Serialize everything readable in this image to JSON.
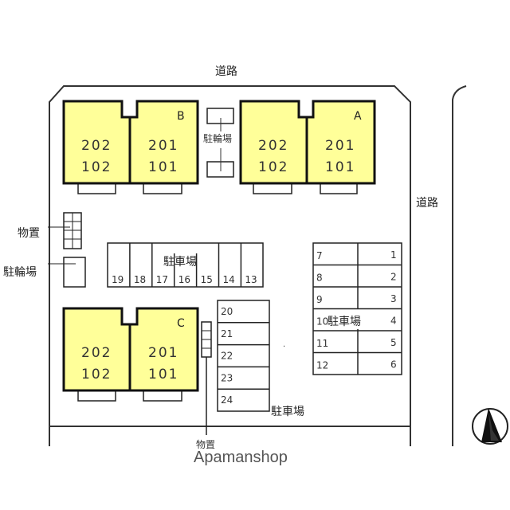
{
  "roads": {
    "top": "道路",
    "right": "道路"
  },
  "buildings": [
    {
      "name": "B",
      "units": [
        {
          "upper": "202",
          "lower": "102"
        },
        {
          "upper": "201",
          "lower": "101"
        }
      ]
    },
    {
      "name": "A",
      "units": [
        {
          "upper": "202",
          "lower": "102"
        },
        {
          "upper": "201",
          "lower": "101"
        }
      ]
    },
    {
      "name": "C",
      "units": [
        {
          "upper": "202",
          "lower": "102"
        },
        {
          "upper": "201",
          "lower": "101"
        }
      ]
    }
  ],
  "labels": {
    "bike_parking_center": "駐輪場",
    "storage_left": "物置",
    "bike_parking_left": "駐輪場",
    "parking_middle": "駐車場",
    "parking_lower": "駐車場",
    "parking_right": "駐車場",
    "storage_bottom": "物置"
  },
  "parking_middle_spaces": [
    "19",
    "18",
    "17",
    "16",
    "15",
    "14",
    "13"
  ],
  "parking_lower_spaces": [
    "20",
    "21",
    "22",
    "23",
    "24"
  ],
  "parking_right_left_col": [
    "7",
    "8",
    "9",
    "10",
    "11",
    "12"
  ],
  "parking_right_right_col": [
    "1",
    "2",
    "3",
    "4",
    "5",
    "6"
  ],
  "watermark": "Apamanshop",
  "north_arrow": "north-arrow"
}
